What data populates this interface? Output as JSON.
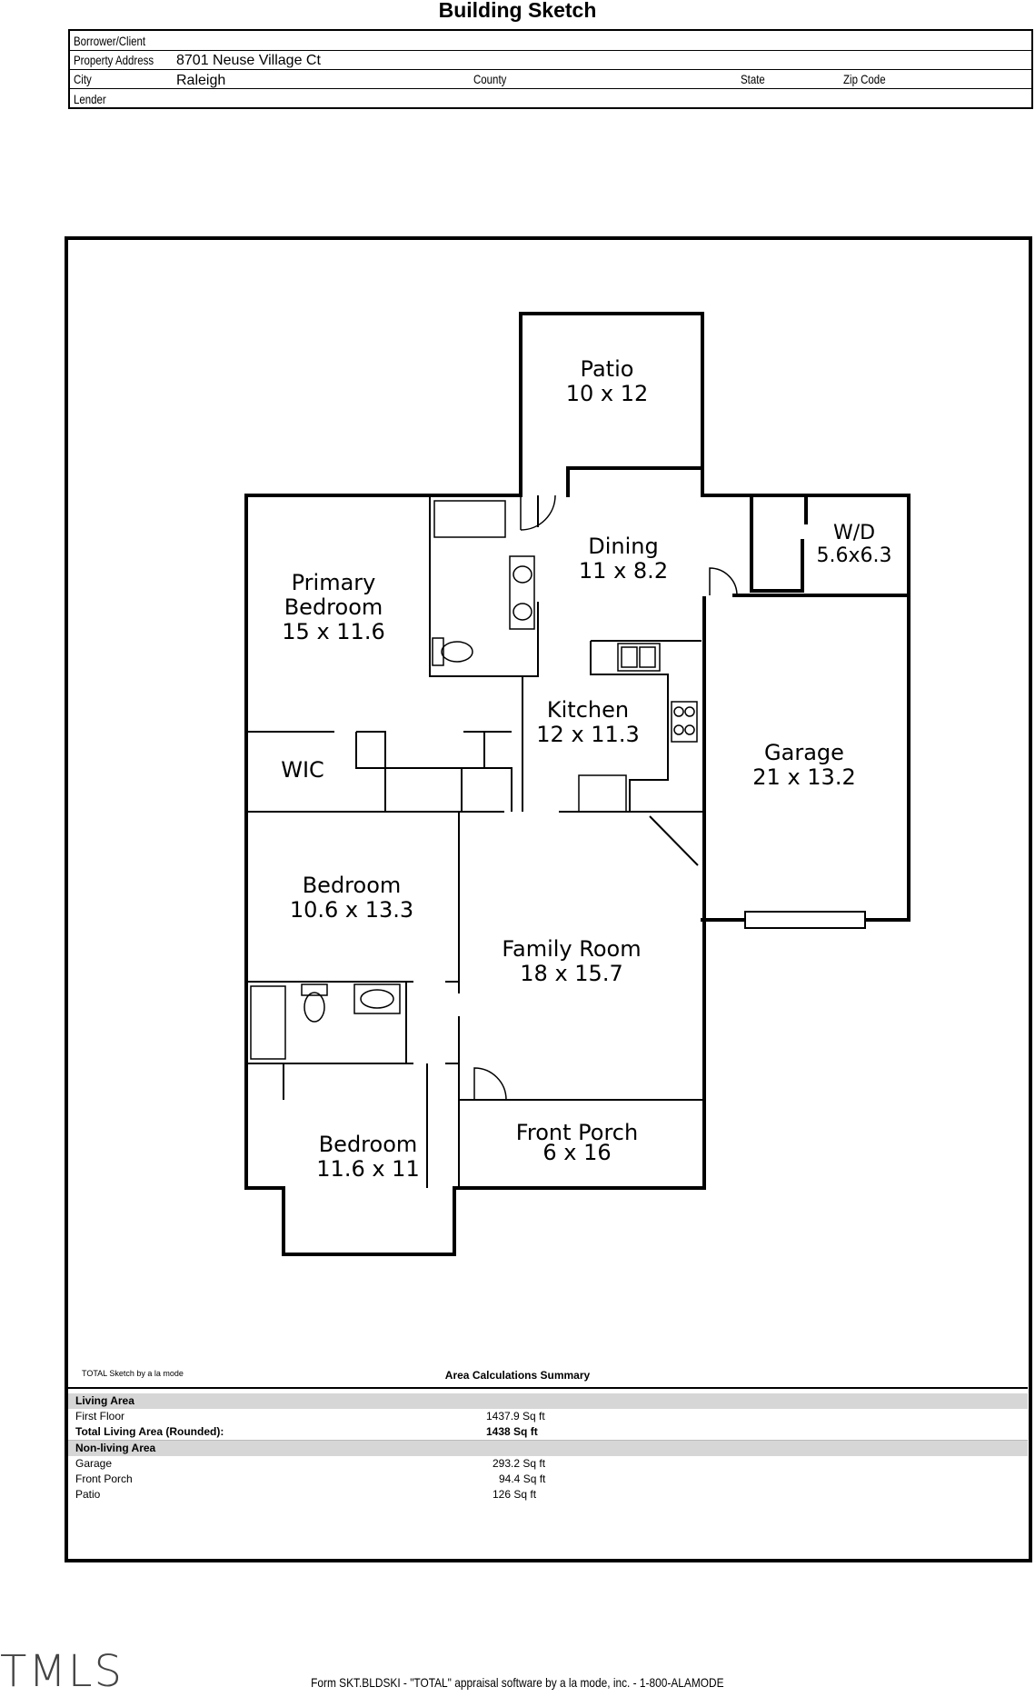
{
  "header": {
    "title": "Building Sketch"
  },
  "info": {
    "borrower_label": "Borrower/Client",
    "address_label": "Property Address",
    "address_value": "8701 Neuse Village Ct",
    "city_label": "City",
    "city_value": "Raleigh",
    "county_label": "County",
    "state_label": "State",
    "zip_label": "Zip Code",
    "lender_label": "Lender"
  },
  "rooms": {
    "patio": {
      "name": "Patio",
      "dims": "10 x 12"
    },
    "dining": {
      "name": "Dining",
      "dims": "11 x 8.2"
    },
    "wd": {
      "name": "W/D",
      "dims": "5.6x6.3"
    },
    "primary": {
      "name1": "Primary",
      "name2": "Bedroom",
      "dims": "15 x 11.6"
    },
    "kitchen": {
      "name": "Kitchen",
      "dims": "12 x 11.3"
    },
    "garage": {
      "name": "Garage",
      "dims": "21 x 13.2"
    },
    "wic": {
      "name": "WIC"
    },
    "bedroom2": {
      "name": "Bedroom",
      "dims": "10.6 x 13.3"
    },
    "family": {
      "name": "Family Room",
      "dims": "18 x 15.7"
    },
    "porch": {
      "name": "Front Porch",
      "dims": "6 x 16"
    },
    "bedroom3": {
      "name": "Bedroom",
      "dims": "11.6 x 11"
    }
  },
  "summary": {
    "credit": "TOTAL Sketch by a la mode",
    "title": "Area Calculations Summary",
    "living_header": "Living Area",
    "first_floor_label": "First Floor",
    "first_floor_value": "1437.9 Sq ft",
    "total_label": "Total Living Area (Rounded):",
    "total_value": "1438 Sq ft",
    "nonliving_header": "Non-living Area",
    "garage_label": "Garage",
    "garage_value": "293.2 Sq ft",
    "porch_label": "Front Porch",
    "porch_value": "94.4 Sq ft",
    "patio_label": "Patio",
    "patio_value": "126 Sq ft"
  },
  "footer": {
    "logo": "TMLS",
    "text": "Form SKT.BLDSKI - \"TOTAL\" appraisal software by a la mode, inc. - 1-800-ALAMODE"
  }
}
